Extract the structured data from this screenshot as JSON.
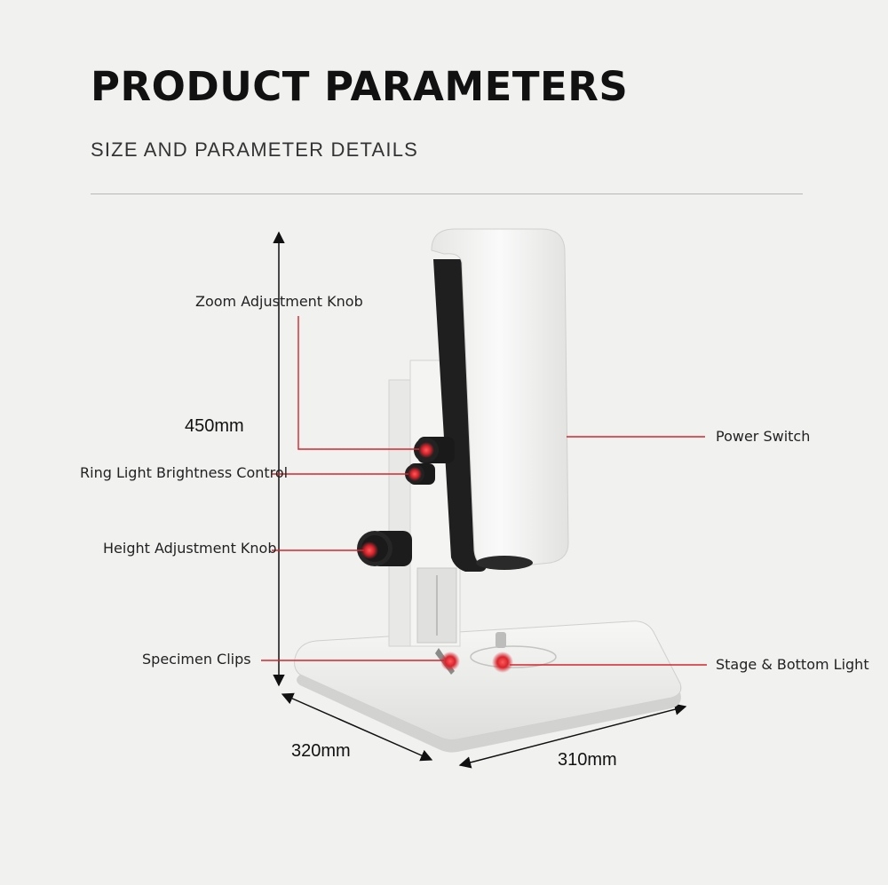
{
  "header": {
    "title": "PRODUCT PARAMETERS",
    "subtitle": "SIZE AND PARAMETER DETAILS"
  },
  "dimensions": {
    "height": "450mm",
    "depth": "320mm",
    "width": "310mm"
  },
  "callouts": {
    "zoom_knob": "Zoom Adjustment Knob",
    "ring_light": "Ring Light Brightness Control",
    "height_knob": "Height Adjustment Knob",
    "specimen_clips": "Specimen Clips",
    "power_switch": "Power Switch",
    "stage_light": "Stage & Bottom Light"
  },
  "colors": {
    "accent": "#d8242c",
    "background": "#f1f1f0"
  }
}
